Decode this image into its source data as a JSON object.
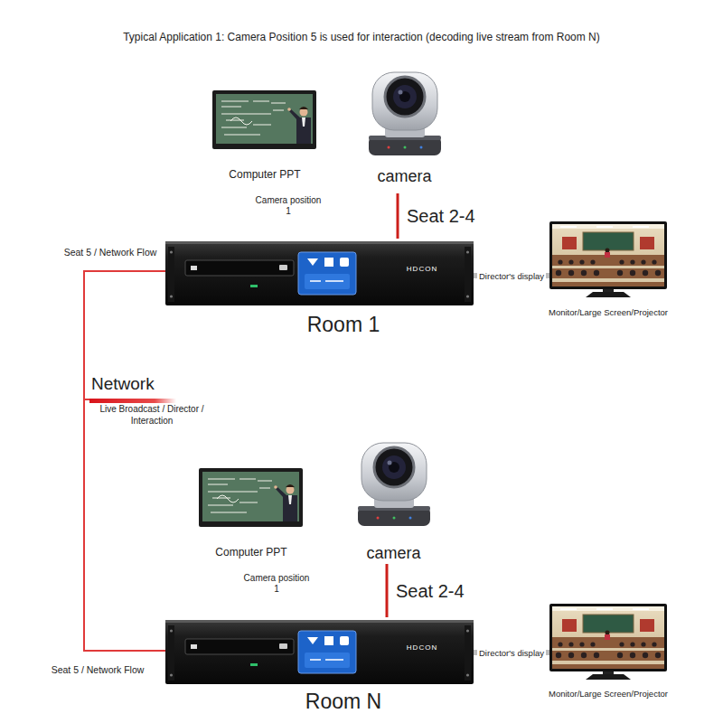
{
  "diagram": {
    "title": "Typical Application 1: Camera Position 5 is used for interaction (decoding live stream from Room N)",
    "nodes": [
      {
        "text": [
          "Computer PPT"
        ]
      },
      {
        "text": [
          "camera"
        ]
      },
      {
        "text": [
          "HDCON",
          "Room 1"
        ]
      },
      {
        "text": [
          "Monitor/Large Screen/Projector"
        ]
      },
      {
        "text": [
          "Network",
          "Live Broadcast / Director / Interaction"
        ]
      },
      {
        "text": [
          "Computer PPT"
        ]
      },
      {
        "text": [
          "camera"
        ]
      },
      {
        "text": [
          "HDCON",
          "Room N"
        ]
      },
      {
        "text": [
          "Monitor/Large Screen/Projector"
        ]
      }
    ],
    "edges": [
      {
        "from": 1,
        "to": 2,
        "arrow": "none",
        "label": "Seat 2-4"
      },
      {
        "from": 2,
        "to": 3,
        "arrow": "none",
        "label": "Director's display"
      },
      {
        "from": 6,
        "to": 7,
        "arrow": "none",
        "label": "Seat 2-4"
      },
      {
        "from": 7,
        "to": 8,
        "arrow": "none",
        "label": "Director's display"
      },
      {
        "from": 2,
        "to": 4,
        "arrow": "none"
      },
      {
        "from": 4,
        "to": 7,
        "arrow": "none"
      }
    ],
    "labels": [
      "Camera position 1",
      "Seat 5 / Network Flow",
      "Camera position 1",
      "Seat 5 / Network Flow"
    ]
  }
}
